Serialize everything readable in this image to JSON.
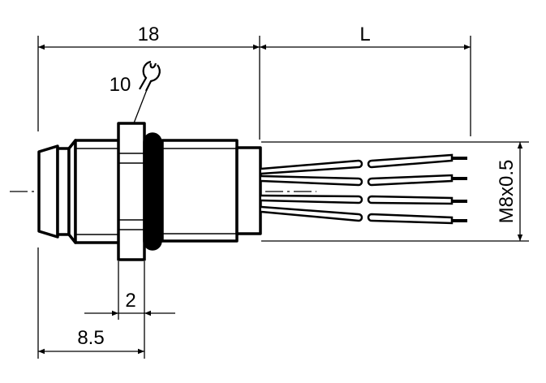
{
  "dimensions": {
    "overall_length": "18",
    "cable_length": "L",
    "wrench_size": "10",
    "thread": "M8x0.5",
    "flange_width": "2",
    "front_length": "8.5"
  },
  "colors": {
    "line": "#000000",
    "background": "#ffffff"
  }
}
